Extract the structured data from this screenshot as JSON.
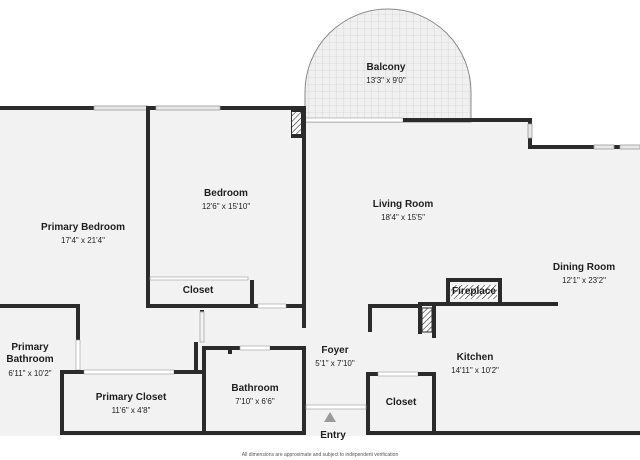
{
  "rooms": {
    "balcony": {
      "name": "Balcony",
      "dims": "13'3\" x 9'0\""
    },
    "bedroom": {
      "name": "Bedroom",
      "dims": "12'6\" x 15'10\""
    },
    "primary_bedroom": {
      "name": "Primary Bedroom",
      "dims": "17'4\" x 21'4\""
    },
    "living_room": {
      "name": "Living Room",
      "dims": "18'4\" x 15'5\""
    },
    "dining_room": {
      "name": "Dining Room",
      "dims": "12'1\" x 23'2\""
    },
    "closet_bedroom": {
      "name": "Closet"
    },
    "fireplace": {
      "name": "Fireplace"
    },
    "primary_bathroom": {
      "name": "Primary Bathroom",
      "dims": "6'11\" x 10'2\""
    },
    "foyer": {
      "name": "Foyer",
      "dims": "5'1\" x 7'10\""
    },
    "kitchen": {
      "name": "Kitchen",
      "dims": "14'11\" x 10'2\""
    },
    "primary_closet": {
      "name": "Primary Closet",
      "dims": "11'6\" x 4'8\""
    },
    "bathroom": {
      "name": "Bathroom",
      "dims": "7'10\" x 6'6\""
    },
    "closet_kitchen": {
      "name": "Closet"
    }
  },
  "entry": {
    "label": "Entry"
  },
  "disclaimer": "All dimensions are approximate and subject to independent verification",
  "colors": {
    "wall": "#2b2b2b",
    "floor": "#f2f2f2",
    "text": "#1e1e1e"
  }
}
